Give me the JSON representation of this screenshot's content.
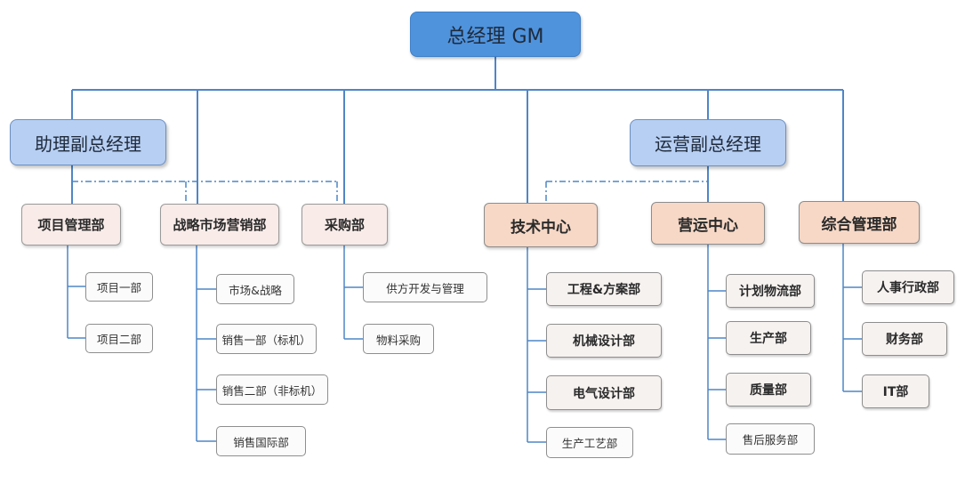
{
  "gm": "总经理 GM",
  "vp_left": "助理副总经理",
  "vp_right": "运营副总经理",
  "departments": {
    "project": "项目管理部",
    "marketing": "战略市场营销部",
    "purchase": "采购部",
    "tech": "技术中心",
    "operation": "营运中心",
    "admin": "综合管理部"
  },
  "project_subs": [
    "项目一部",
    "项目二部"
  ],
  "marketing_subs": [
    "市场&战略",
    "销售一部（标机）",
    "销售二部（非标机）",
    "销售国际部"
  ],
  "purchase_subs": [
    "供方开发与管理",
    "物料采购"
  ],
  "tech_subs": [
    "工程&方案部",
    "机械设计部",
    "电气设计部",
    "生产工艺部"
  ],
  "operation_subs": [
    "计划物流部",
    "生产部",
    "质量部",
    "售后服务部"
  ],
  "admin_subs": [
    "人事行政部",
    "财务部",
    "IT部"
  ],
  "colors": {
    "line": "#4f86c6",
    "gm_fill": "#4f93dd",
    "vp_fill": "#b7cff3",
    "center_fill": "#f7d8c6",
    "dept_fill": "#f8ebe8"
  }
}
